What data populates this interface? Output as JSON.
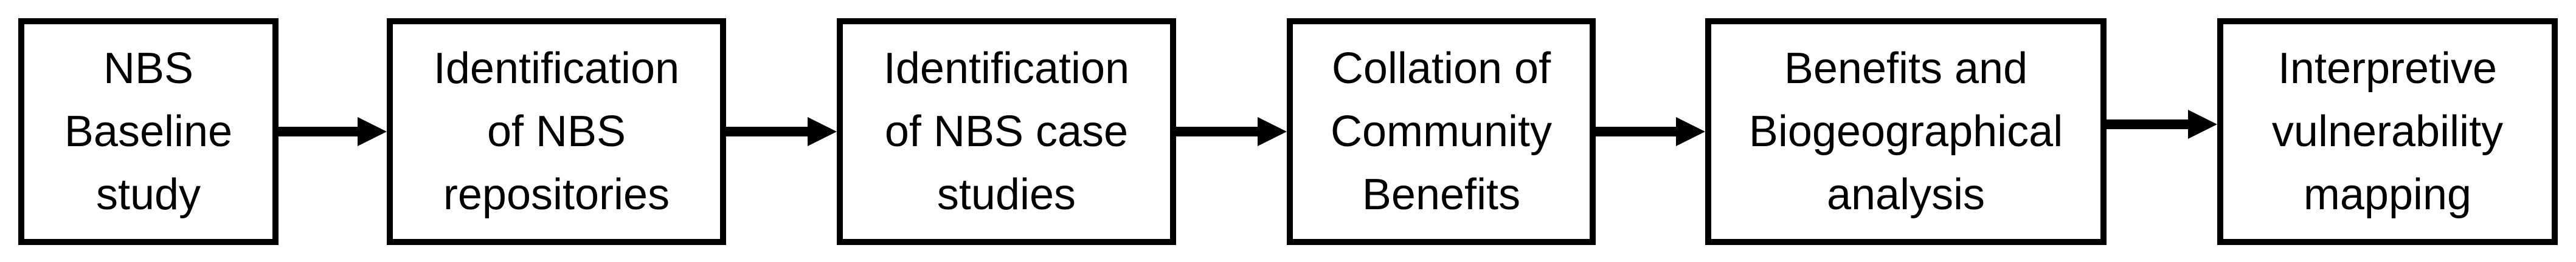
{
  "diagram": {
    "steps": [
      {
        "label": "NBS\nBaseline\nstudy"
      },
      {
        "label": "Identification\nof NBS\nrepositories"
      },
      {
        "label": "Identification\nof NBS case\nstudies"
      },
      {
        "label": "Collation of\nCommunity\nBenefits"
      },
      {
        "label": "Benefits and\nBiogeographical\nanalysis"
      },
      {
        "label": "Interpretive\nvulnerability\nmapping"
      }
    ],
    "colors": {
      "stroke": "#000000",
      "fill": "#ffffff"
    }
  }
}
